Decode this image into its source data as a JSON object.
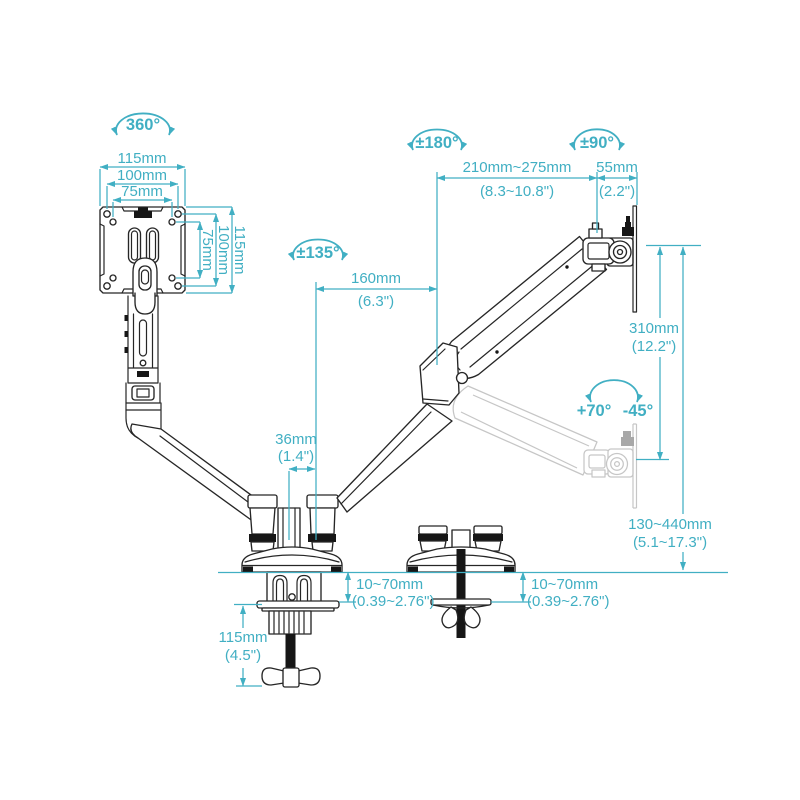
{
  "diagram": "dual-monitor-arm-dimension-drawing",
  "colors": {
    "accent": "#41afc3",
    "line": "#262626",
    "ghost": "#c6c6c6",
    "black": "#161616",
    "background": "#ffffff"
  },
  "rotation_labels": {
    "vesa_rotation": "360°",
    "lower_joint_swivel": "±135°",
    "upper_joint_swivel": "±180°",
    "head_swivel": "±90°",
    "tilt_up": "+70°",
    "tilt_down": "-45°"
  },
  "dimensions": {
    "vesa_width_outer_mm": "115mm",
    "vesa_width_mid_mm": "100mm",
    "vesa_width_inner_mm": "75mm",
    "vesa_height_outer_mm": "115mm",
    "vesa_height_mid_mm": "100mm",
    "vesa_height_inner_mm": "75mm",
    "upper_arm_reach_mm": "210mm~275mm",
    "upper_arm_reach_in": "(8.3~10.8\")",
    "head_offset_mm": "55mm",
    "head_offset_in": "(2.2\")",
    "lower_arm_reach_mm": "160mm",
    "lower_arm_reach_in": "(6.3\")",
    "pole_width_mm": "36mm",
    "pole_width_in": "(1.4\")",
    "lift_travel_mm": "310mm",
    "lift_travel_in": "(12.2\")",
    "height_range_mm": "130~440mm",
    "height_range_in": "(5.1~17.3\")",
    "clamp_thickness_mm": "10~70mm",
    "clamp_thickness_in": "(0.39~2.76\")",
    "grommet_thickness_mm": "10~70mm",
    "grommet_thickness_in": "(0.39~2.76\")",
    "clamp_screw_length_mm": "115mm",
    "clamp_screw_length_in": "(4.5\")"
  }
}
